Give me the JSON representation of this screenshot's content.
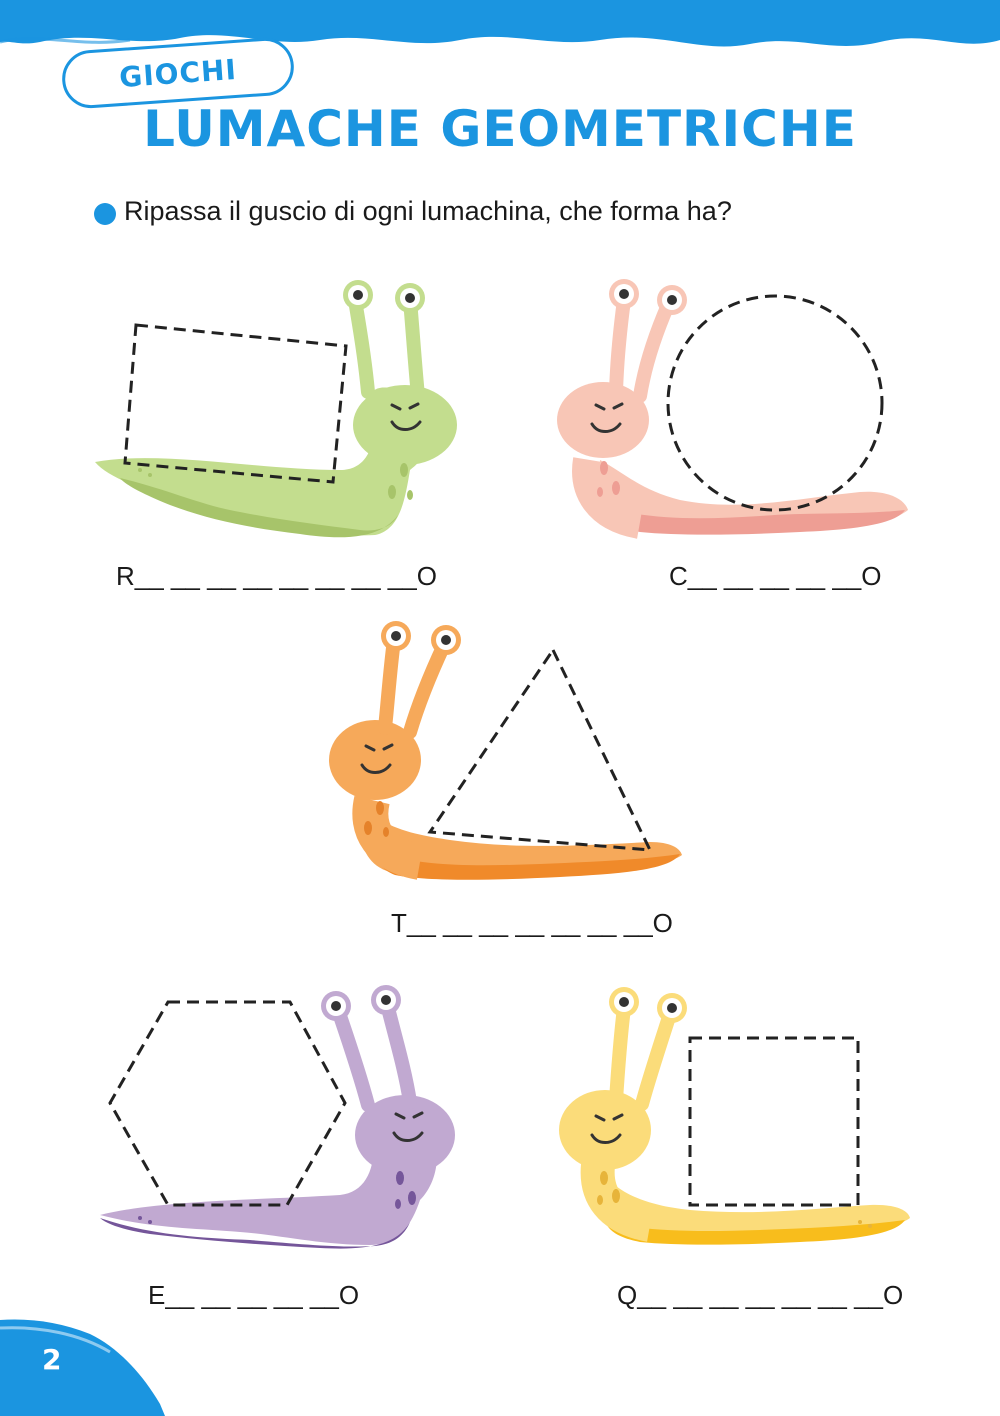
{
  "header": {
    "category": "GIOCHI",
    "title": "LUMACHE GEOMETRICHE",
    "instruction": "Ripassa il guscio di ogni lumachina, che forma ha?"
  },
  "footer": {
    "page_number": "2"
  },
  "colors": {
    "accent": "#1b95e0",
    "snail_green": "#c3dd8e",
    "snail_pink": "#f8c6b6",
    "snail_orange": "#f6a95a",
    "snail_purple": "#c1a9d1",
    "snail_yellow": "#fbdc7a"
  },
  "snails": [
    {
      "name": "green-snail",
      "shape": "rectangle",
      "answer": "R__ __ __ __ __ __ __ __O"
    },
    {
      "name": "pink-snail",
      "shape": "circle",
      "answer": "C__ __ __ __ __O"
    },
    {
      "name": "orange-snail",
      "shape": "triangle",
      "answer": "T__ __ __ __ __ __ __O"
    },
    {
      "name": "purple-snail",
      "shape": "hexagon",
      "answer": "E__ __ __ __ __O"
    },
    {
      "name": "yellow-snail",
      "shape": "square",
      "answer": "Q__ __ __ __ __ __ __O"
    }
  ]
}
